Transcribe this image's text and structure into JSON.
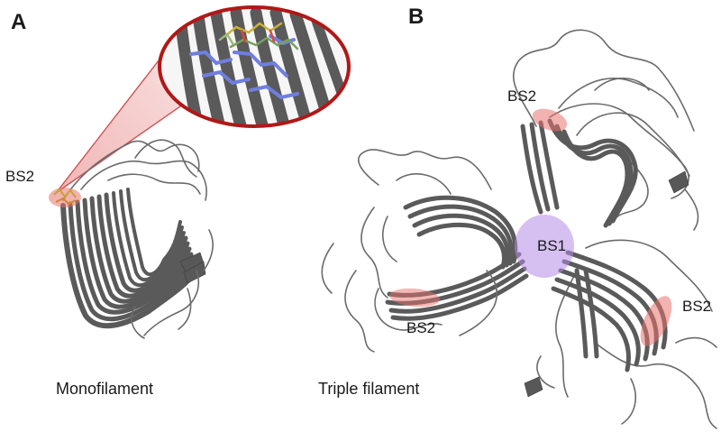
{
  "panels": {
    "a": {
      "letter": "A",
      "caption": "Monofilament",
      "site_label": "BS2"
    },
    "b": {
      "letter": "B",
      "caption": "Triple filament",
      "center_site_label": "BS1",
      "site_labels": [
        "BS2",
        "BS2",
        "BS2"
      ]
    }
  },
  "colors": {
    "protein": "#5e5e5e",
    "bs2_highlight": "#e8736e",
    "bs1_highlight": "#b48ce6",
    "inset_border": "#b01818",
    "ligand_blue": "#6f7fe0",
    "ligand_yellow": "#c9b33a",
    "ligand_green": "#7aa060"
  }
}
